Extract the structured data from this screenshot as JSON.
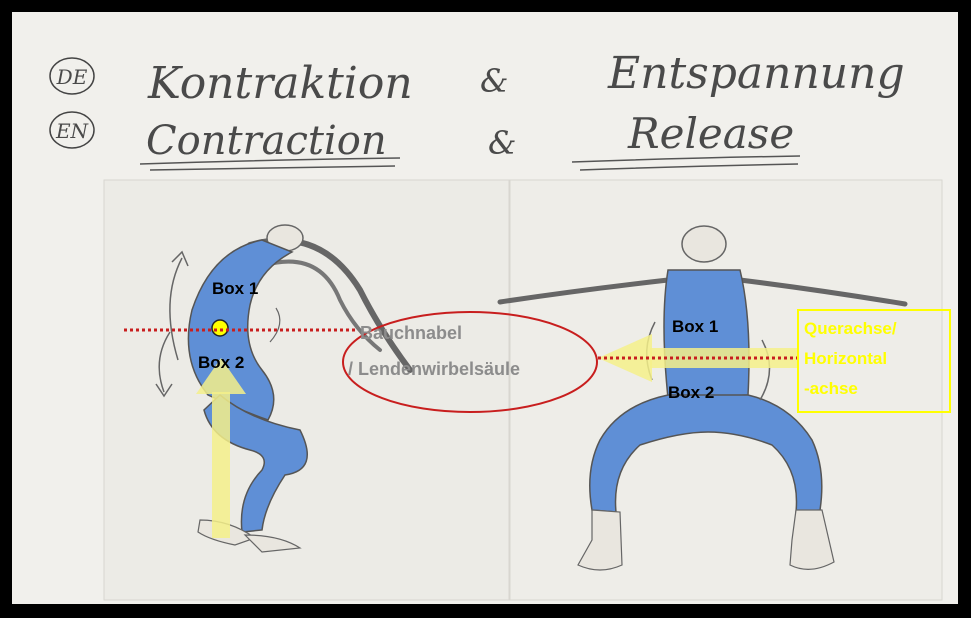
{
  "header": {
    "de_code": "DE",
    "en_code": "EN",
    "de_left": "Kontraktion",
    "de_amp": "&",
    "de_right": "Entspannung",
    "en_left": "Contraction",
    "en_amp": "&",
    "en_right": "Release"
  },
  "left_figure": {
    "box1": "Box 1",
    "box2": "Box 2"
  },
  "center": {
    "line1": "Bauchnabel",
    "line2": "/ Lendenwirbelsäule"
  },
  "right_figure": {
    "box1": "Box 1",
    "box2": "Box 2"
  },
  "axis_label": {
    "line1": "Querachse/",
    "line2": "Horizontal",
    "line3": "-achse"
  },
  "colors": {
    "dotted_line": "#c81e1e",
    "ellipse": "#c81e1e",
    "yellow": "#ffff00",
    "arrow_yellow": "#f4f08a",
    "body_blue": "#5f8fd6",
    "center_text": "#8c8c8c"
  }
}
